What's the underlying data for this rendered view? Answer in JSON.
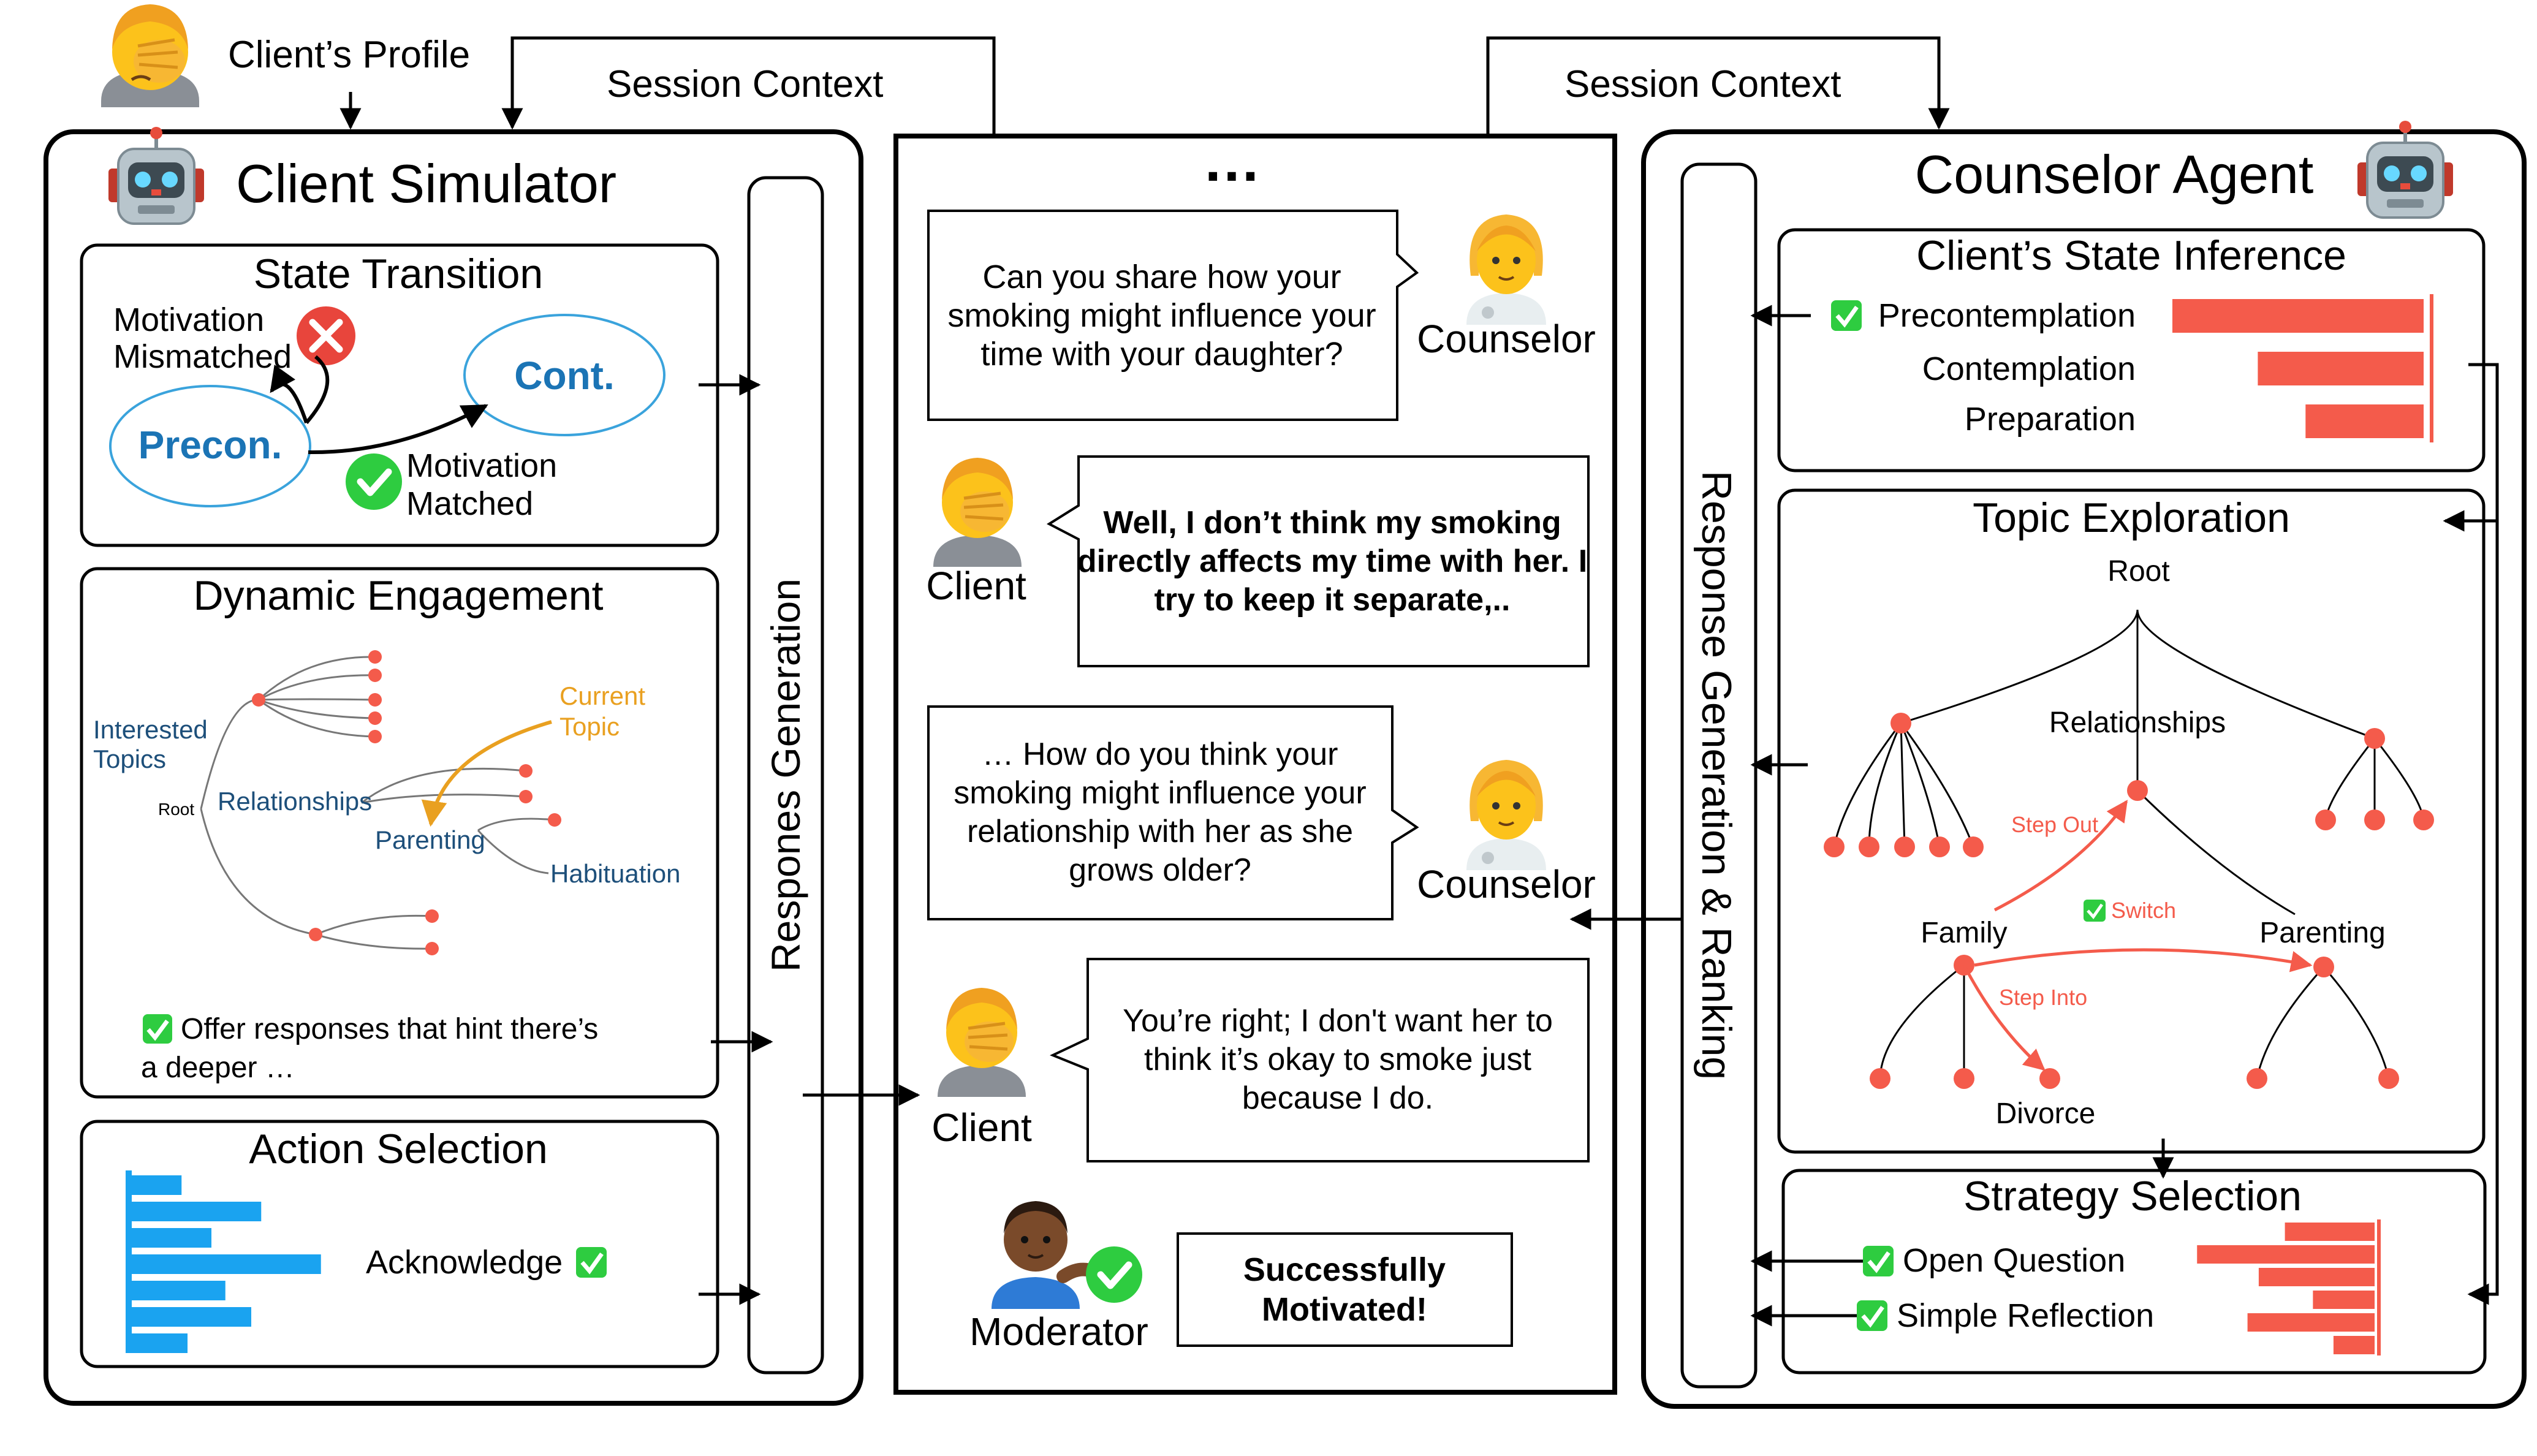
{
  "top": {
    "client_profile": "Client’s Profile",
    "session_context_left": "Session Context",
    "session_context_right": "Session Context"
  },
  "client_simulator": {
    "title": "Client Simulator",
    "response_bar": "Respones Generation",
    "state_transition": {
      "title": "State Transition",
      "mismatch_line1": "Motivation",
      "mismatch_line2": "Mismatched",
      "precon": "Precon.",
      "cont": "Cont.",
      "matched_line1": "Motivation",
      "matched_line2": "Matched"
    },
    "dynamic_engagement": {
      "title": "Dynamic Engagement",
      "interested_line1": "Interested",
      "interested_line2": "Topics",
      "root": "Root",
      "relationships": "Relationships",
      "current_line1": "Current",
      "current_line2": "Topic",
      "parenting": "Parenting",
      "habituation": "Habituation",
      "offer_line1": "Offer responses that hint there’s",
      "offer_line2": "a deeper …"
    },
    "action_selection": {
      "title": "Action Selection",
      "selected": "Acknowledge",
      "bar_fractions": [
        0.25,
        0.65,
        0.4,
        0.95,
        0.47,
        0.6,
        0.28
      ]
    }
  },
  "conversation": {
    "ellipsis": "…",
    "turns": [
      {
        "speaker": "Counselor",
        "lines": [
          "Can you share how your",
          "smoking might influence your",
          "time with your daughter?"
        ]
      },
      {
        "speaker": "Client",
        "lines": [
          "Well, I don’t think my smoking",
          "directly affects my time with her. I",
          "try to keep it separate,.."
        ]
      },
      {
        "speaker": "Counselor",
        "lines": [
          "… How do you think your",
          "smoking might influence your",
          "relationship with her as she",
          "grows older?"
        ]
      },
      {
        "speaker": "Client",
        "lines": [
          "You’re right; I don't want her to",
          "think it’s okay to smoke just",
          "because I do."
        ]
      }
    ],
    "moderator": {
      "label": "Moderator",
      "line1": "Successfully",
      "line2": "Motivated!"
    }
  },
  "counselor_agent": {
    "title": "Counselor Agent",
    "response_bar": "Response Generation & Ranking",
    "state_inference": {
      "title": "Client’s State Inference",
      "items": [
        {
          "label": "Precontemplation",
          "checked": true,
          "fraction": 1.0
        },
        {
          "label": "Contemplation",
          "checked": false,
          "fraction": 0.66
        },
        {
          "label": "Preparation",
          "checked": false,
          "fraction": 0.47
        }
      ]
    },
    "topic_exploration": {
      "title": "Topic Exploration",
      "root": "Root",
      "relationships": "Relationships",
      "step_out": "Step Out",
      "switch": "Switch",
      "family": "Family",
      "parenting": "Parenting",
      "step_into": "Step Into",
      "divorce": "Divorce"
    },
    "strategy_selection": {
      "title": "Strategy Selection",
      "items": [
        {
          "label": "Open Question",
          "checked": true
        },
        {
          "label": "Simple Reflection",
          "checked": true
        }
      ],
      "bar_fractions": [
        0.48,
        0.95,
        0.62,
        0.33,
        0.68,
        0.22
      ]
    }
  },
  "colors": {
    "accent_red": "#f45b4b",
    "blue_state": "#1b74b5",
    "navy_text": "#1d4f7a",
    "orange_topic": "#e9a020",
    "bar_blue": "#1aa3f0",
    "check_green": "#2ecc40"
  }
}
